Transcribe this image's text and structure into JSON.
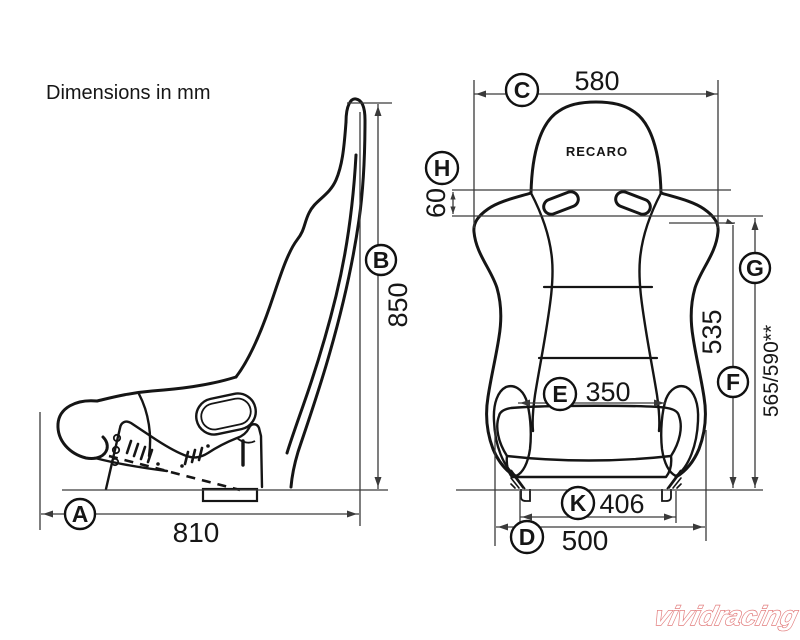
{
  "page": {
    "title": "Dimensions in mm",
    "background": "#ffffff"
  },
  "brand_logo": "RECARO",
  "watermark": "vividracing",
  "colors": {
    "line": "#151515",
    "dimension_line": "#3a3a3a",
    "watermark": "#e27c7c"
  },
  "dims": {
    "A": {
      "letter": "A",
      "value": "810"
    },
    "B": {
      "letter": "B",
      "value": "850"
    },
    "C": {
      "letter": "C",
      "value": "580"
    },
    "D": {
      "letter": "D",
      "value": "500"
    },
    "E": {
      "letter": "E",
      "value": "350"
    },
    "F": {
      "letter": "F",
      "value": "535"
    },
    "G": {
      "letter": "G",
      "value": "565/590**"
    },
    "H": {
      "letter": "H",
      "value": "60"
    },
    "K": {
      "letter": "K",
      "value": "406"
    }
  }
}
